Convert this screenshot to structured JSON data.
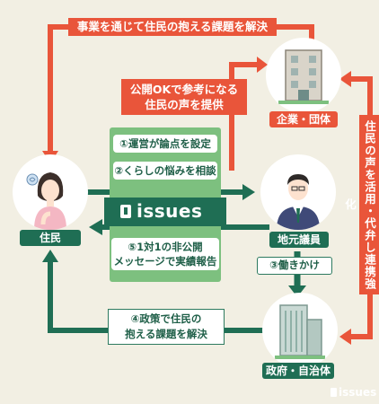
{
  "top_banner": "事業を通じて住民の抱える課題を解決",
  "feedback_box": "公開OKで参考になる\n住民の声を提供",
  "right_banner": "住民の声を活用・代弁し連携強化",
  "steps": {
    "s1": "①運営が論点を設定",
    "s2": "②くらしの悩みを相談",
    "s3": "③働きかけ",
    "s4": "④政策で住民の\n抱える課題を解決",
    "s5": "⑤1対1の非公開\nメッセージで実績報告"
  },
  "brand": {
    "name": "issues",
    "watermark": "issues"
  },
  "actors": {
    "resident": "住民",
    "company": "企業・団体",
    "politician": "地元議員",
    "government": "政府・自治体"
  },
  "colors": {
    "red": "#e9553a",
    "dark_green": "#1f6e54",
    "light_green": "#7dc07f",
    "background": "#f2efe3"
  }
}
